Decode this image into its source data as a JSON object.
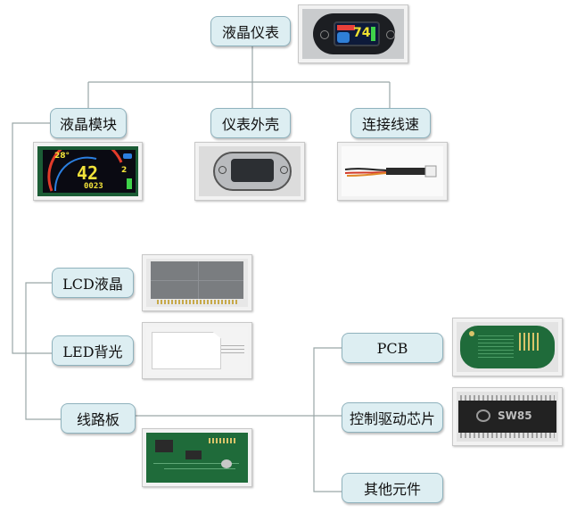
{
  "nodes": {
    "root": "液晶仪表",
    "lcd_module": "液晶模块",
    "housing": "仪表外壳",
    "cable": "连接线速",
    "lcd_glass": "LCD液晶",
    "backlight": "LED背光",
    "circuit_board": "线路板",
    "pcb": "PCB",
    "driver_chip": "控制驱动芯片",
    "other_parts": "其他元件"
  },
  "photo_text": {
    "display_temp": "28°",
    "display_speed": "42",
    "display_odometer": "0023",
    "display_gear": "2",
    "dashboard_speed": "74",
    "chip_marking": "SW85"
  },
  "colors": {
    "node_fill": "#ddeef2",
    "node_border": "#8fb2bd",
    "connector": "#9aa6a8",
    "pcb_green": "#1f6b3a"
  }
}
